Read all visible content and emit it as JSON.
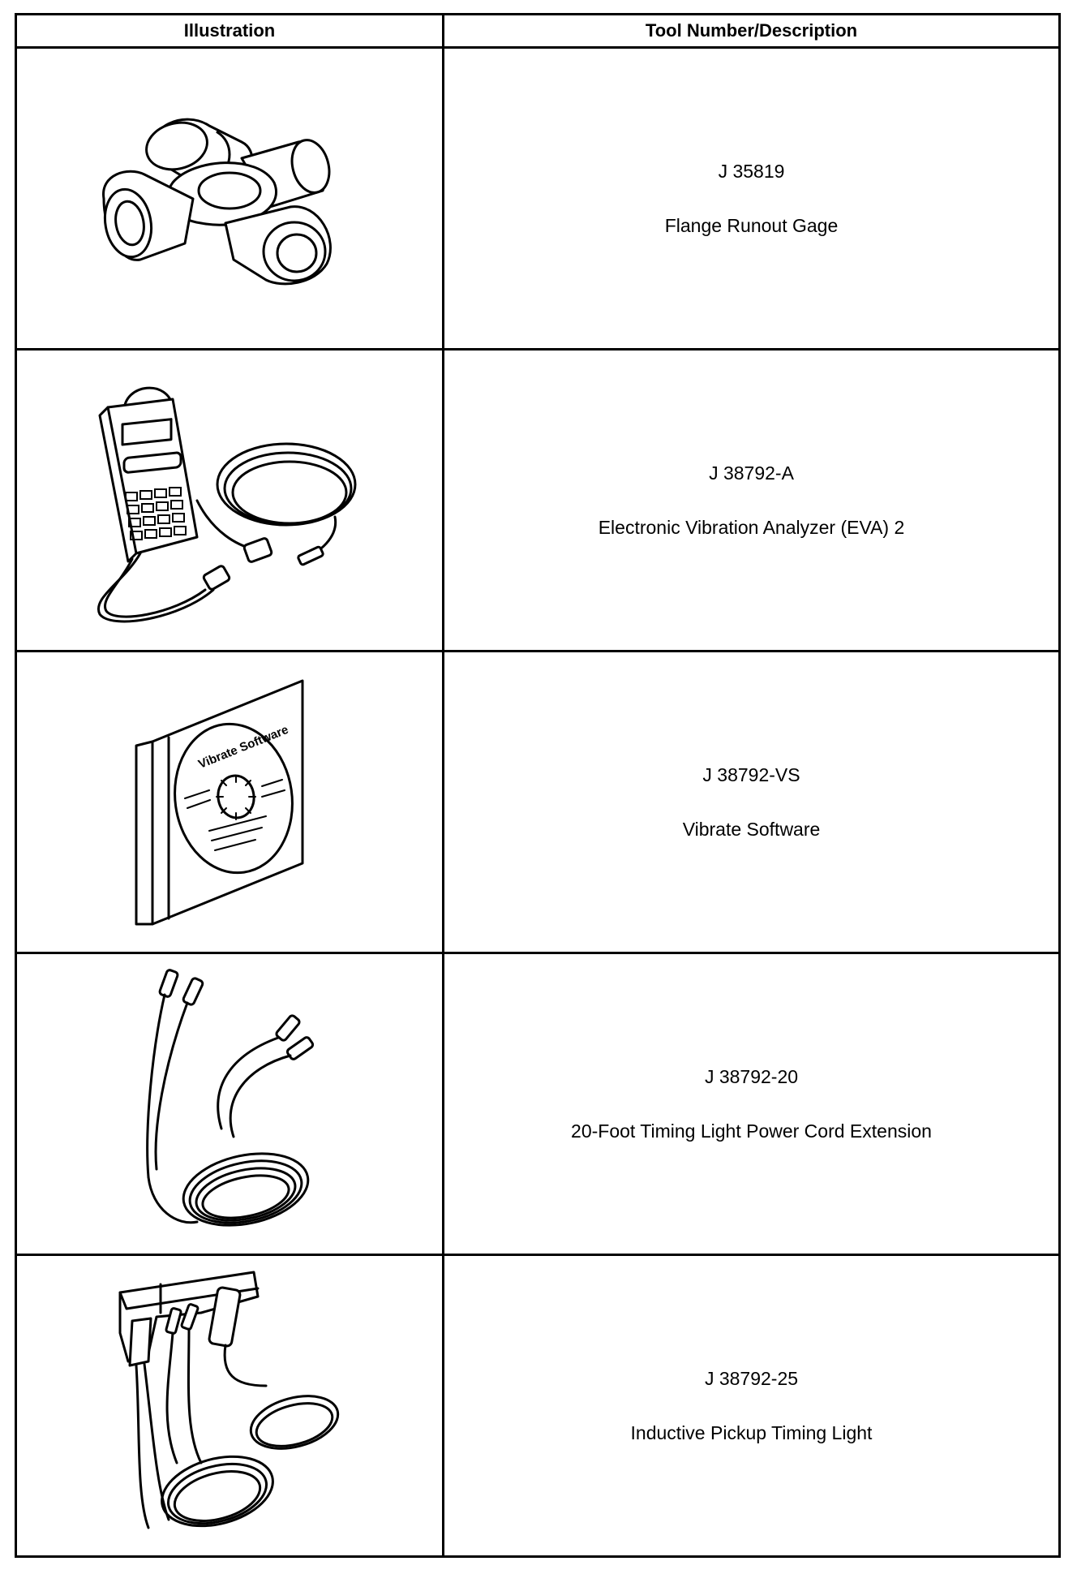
{
  "table": {
    "headers": {
      "illustration": "Illustration",
      "tool": "Tool Number/Description"
    },
    "rows": [
      {
        "number": "J 35819",
        "description": "Flange Runout Gage",
        "icon": "universal-joint-illustration"
      },
      {
        "number": "J 38792-A",
        "description": "Electronic Vibration Analyzer (EVA) 2",
        "icon": "vibration-analyzer-illustration"
      },
      {
        "number": "J 38792-VS",
        "description": "Vibrate Software",
        "icon": "software-cd-illustration",
        "cd_label": "Vibrate Software"
      },
      {
        "number": "J 38792-20",
        "description": "20-Foot Timing Light Power Cord Extension",
        "icon": "power-cord-illustration"
      },
      {
        "number": "J 38792-25",
        "description": "Inductive Pickup Timing Light",
        "icon": "timing-light-illustration"
      }
    ]
  }
}
